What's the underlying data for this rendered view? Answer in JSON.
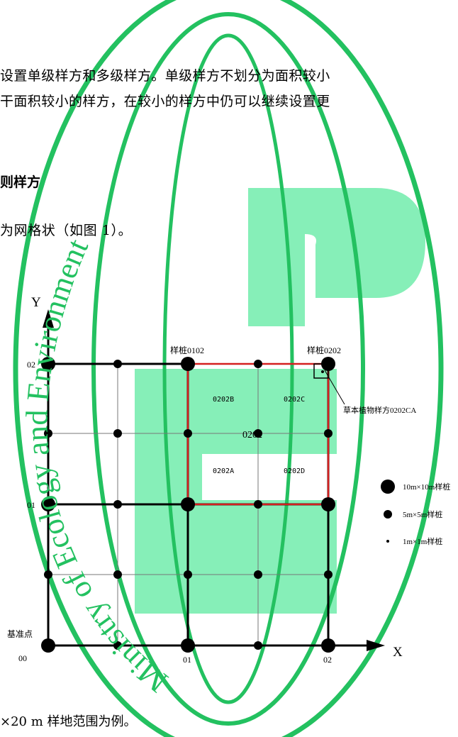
{
  "text": {
    "line1": "设置单级样方和多级样方。单级样方不划分为面积较小",
    "line2": "干面积较小的样方，在较小的样方中仍可以继续设置更",
    "heading": "则样方",
    "line3": "为网格状（如图 1）。",
    "caption": "×20 m 样地范围为例。"
  },
  "figure": {
    "y_axis": "Y",
    "x_axis": "X",
    "y_tick_02": "02",
    "y_tick_01": "01",
    "origin_label": "基准点",
    "origin_code": "00",
    "x_tick_01": "01",
    "x_tick_02": "02",
    "stake_0102": "样桩0102",
    "stake_0202": "样桩0202",
    "quadrat_0202": "0202",
    "sub_0202A": "0202A",
    "sub_0202B": "0202B",
    "sub_0202C": "0202C",
    "sub_0202D": "0202D",
    "herb_label": "草本植物样方0202CA",
    "legend": {
      "big": "10m×10m样桩",
      "mid": "5m×5m样桩",
      "small": "1m×1m样桩"
    },
    "highlight_color": "#d42020"
  },
  "watermark": {
    "text": "Ministry of Ecology and Environment",
    "color": "#23c160",
    "logo_color": "#86efb8"
  }
}
